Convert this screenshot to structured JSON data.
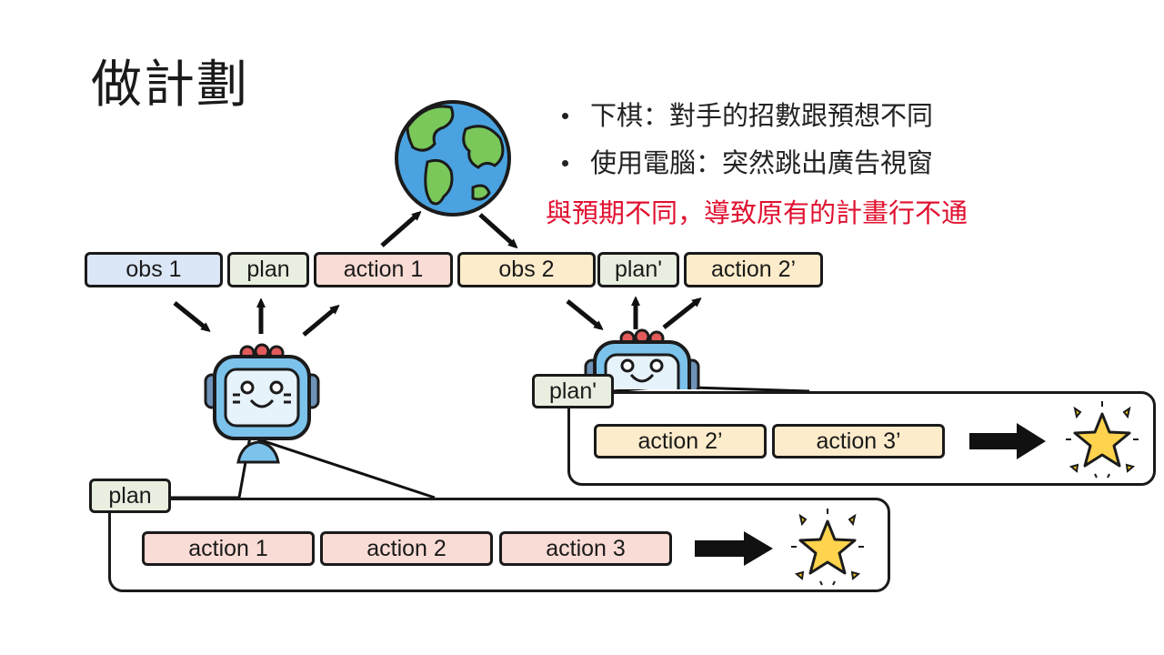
{
  "title": "做計劃",
  "bullets": [
    "下棋：對手的招數跟預想不同",
    "使用電腦：突然跳出廣告視窗"
  ],
  "note": "與預期不同，導致原有的計畫行不通",
  "colors": {
    "obs1": "#dbe6f7",
    "plan": "#e8efe0",
    "action": "#f9dcd5",
    "obs2": "#fdeccb",
    "note_red": "#e0102f"
  },
  "top_row": {
    "obs1": "obs 1",
    "plan1": "plan",
    "action1": "action 1",
    "obs2": "obs 2",
    "plan2": "plan'",
    "action2": "action 2’"
  },
  "plan_panel_1": {
    "label": "plan",
    "actions": [
      "action 1",
      "action 2",
      "action 3"
    ]
  },
  "plan_panel_2": {
    "label": "plan'",
    "actions": [
      "action 2’",
      "action 3’"
    ]
  },
  "icons": {
    "world": "earth-globe-icon",
    "agent": "robot-icon",
    "goal": "star-icon",
    "arrow": "right-arrow-icon"
  }
}
